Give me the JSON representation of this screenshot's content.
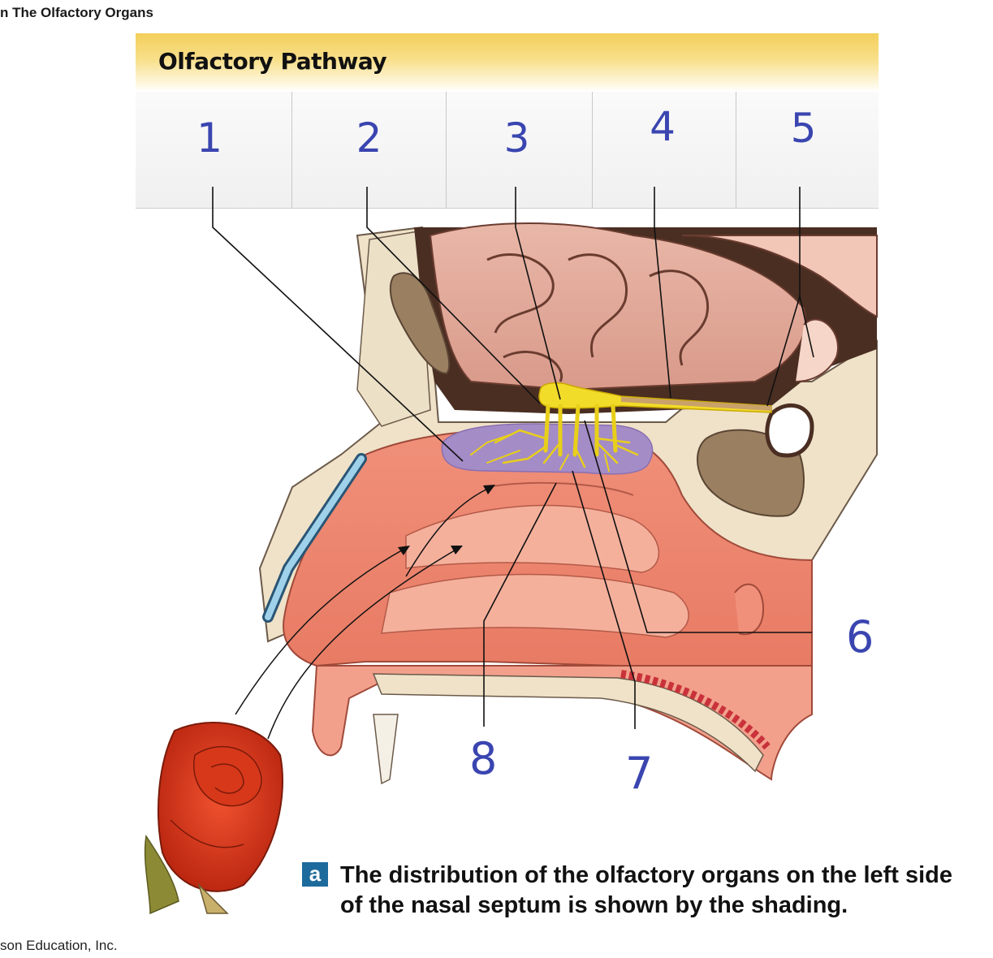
{
  "header": {
    "figure_title": "n The Olfactory Organs"
  },
  "panel": {
    "title": "Olfactory Pathway",
    "blank_labels": [
      "1",
      "2",
      "3",
      "4",
      "5"
    ]
  },
  "diagram": {
    "callouts": [
      "6",
      "7",
      "8"
    ]
  },
  "caption": {
    "badge": "a",
    "text": "The distribution of the olfactory organs on the left side of the nasal septum is shown by the shading."
  },
  "footer": {
    "credit": "son Education, Inc."
  },
  "colors": {
    "handwriting": "#3a45b0",
    "header_gold": "#f3cf5a",
    "olfactory_shading": "#a48cc7",
    "nerve_yellow": "#f2dc2a",
    "badge_blue": "#1d6a9c"
  }
}
